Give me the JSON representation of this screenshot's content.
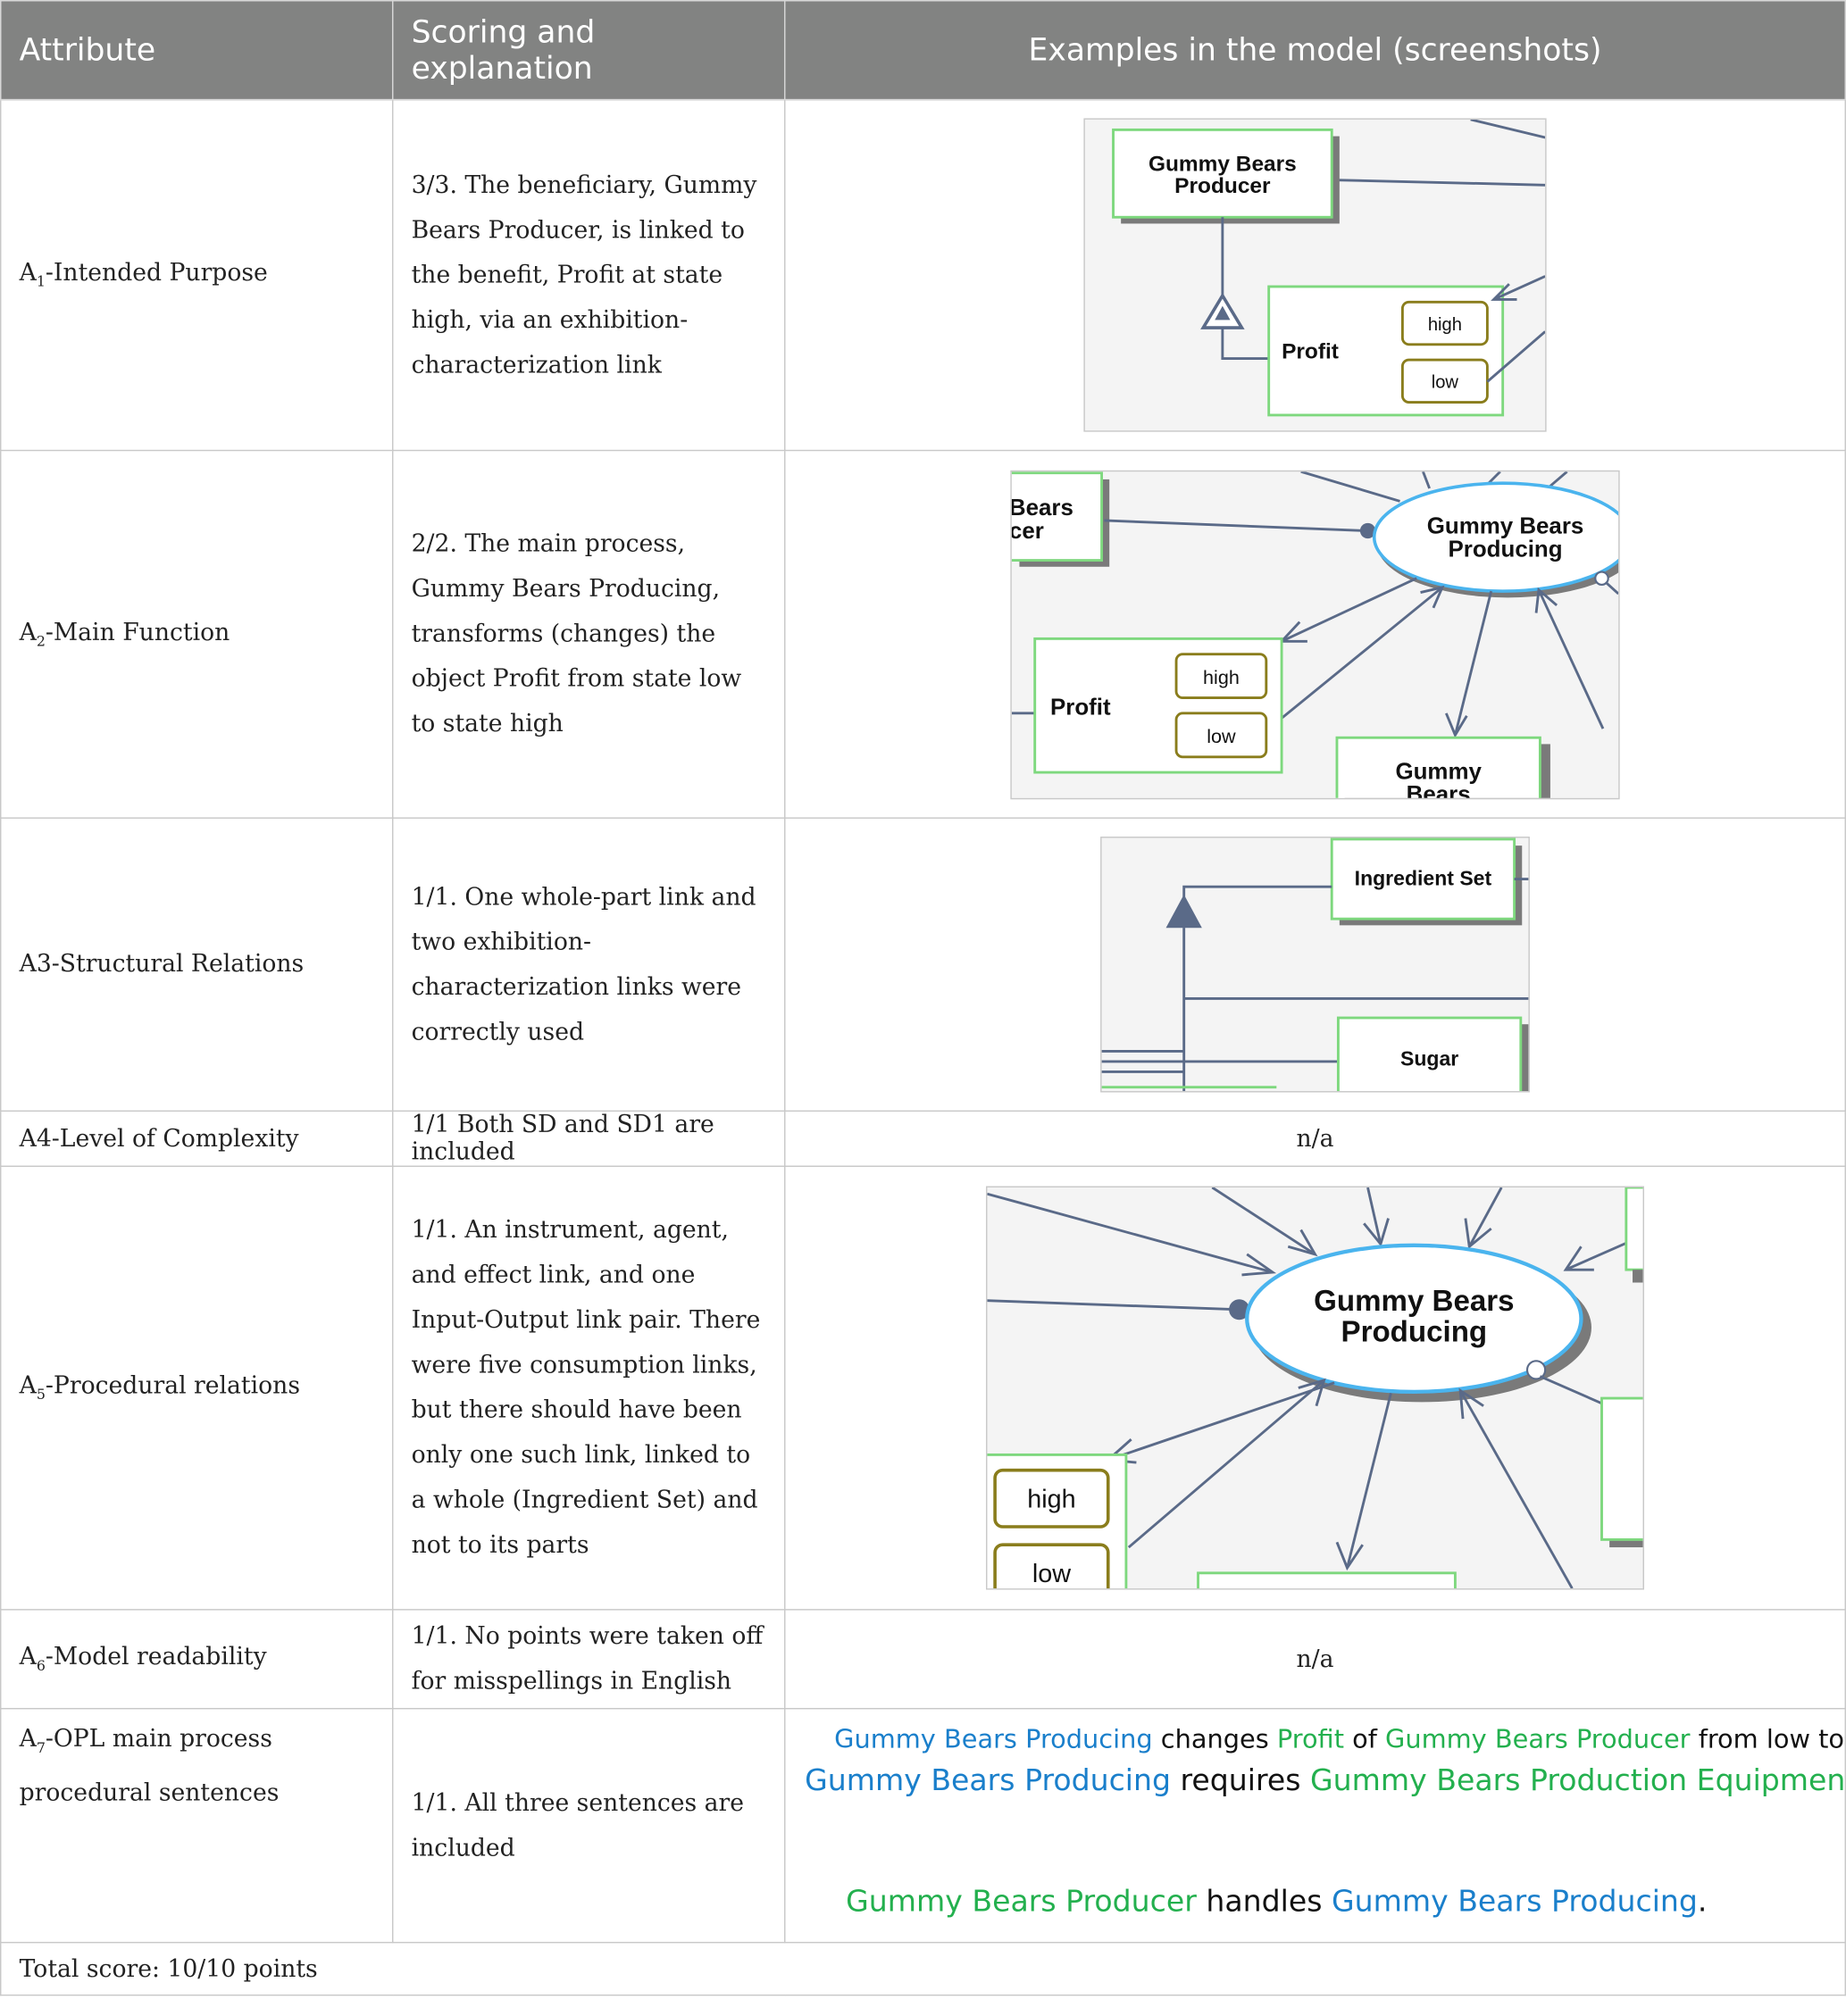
{
  "header": {
    "col1": "Attribute",
    "col2": "Scoring and explanation",
    "col3": "Examples in the model (screenshots)"
  },
  "rows": [
    {
      "attr_prefix": "A",
      "attr_sub": "1",
      "attr_rest": "-Intended Purpose",
      "explanation": "3/3. The beneficiary, Gummy Bears Producer, is linked to the benefit, Profit at state high, via an exhibition-characterization link"
    },
    {
      "attr_prefix": "A",
      "attr_sub": "2",
      "attr_rest": "-Main Function",
      "explanation": "2/2. The main process, Gummy Bears Producing, transforms (changes) the object Profit from state low to state high"
    },
    {
      "attr": "A3-Structural Relations",
      "explanation": "1/1. One whole-part link and two exhibition-characterization links were correctly used"
    },
    {
      "attr": "A4-Level of Complexity",
      "explanation": "1/1 Both SD and SD1 are included",
      "example": "n/a"
    },
    {
      "attr_prefix": "A",
      "attr_sub": "5",
      "attr_rest": "-Procedural relations",
      "explanation": "1/1. An instrument, agent, and effect link, and one Input-Output link pair. There were five consumption links, but there should have been only one such link, linked to a whole (Ingredient Set) and not to its parts"
    },
    {
      "attr_prefix": "A",
      "attr_sub": "6",
      "attr_rest": "-Model readability",
      "explanation": "1/1. No points were taken off for misspellings in English",
      "example": "n/a"
    },
    {
      "attr_prefix": "A",
      "attr_sub": "7",
      "attr_rest": "-OPL main process procedural sentences",
      "explanation": "1/1. All three sentences are included"
    }
  ],
  "footer": "Total score: 10/10 points",
  "diagram_labels": {
    "producer": [
      "Gummy Bears",
      "Producer"
    ],
    "producer_cut": [
      "Bears",
      "cer"
    ],
    "producing": [
      "Gummy Bears",
      "Producing"
    ],
    "profit": "Profit",
    "high": "high",
    "low": "low",
    "gummy_bears_cut": [
      "Gummy",
      "Bears"
    ],
    "ingredient_set": "Ingredient Set",
    "sugar": "Sugar"
  },
  "opl": {
    "s1": [
      "Gummy Bears Producing",
      " changes ",
      "Profit",
      " of ",
      "Gummy Bears Producer",
      " from low to high."
    ],
    "s2": [
      "Gummy Bears Producing",
      " requires ",
      "Gummy Bears Production Equipment",
      "."
    ],
    "s3": [
      "Gummy Bears Producer",
      " handles ",
      "Gummy Bears Producing",
      "."
    ]
  },
  "colors": {
    "header_bg": "#828382",
    "object_border": "#7ed87e",
    "state_border": "#8a7d1c",
    "process_border": "#4ab4ee",
    "link": "#5a6a88",
    "opl_process": "#1a7fcb",
    "opl_object": "#23b04e"
  }
}
